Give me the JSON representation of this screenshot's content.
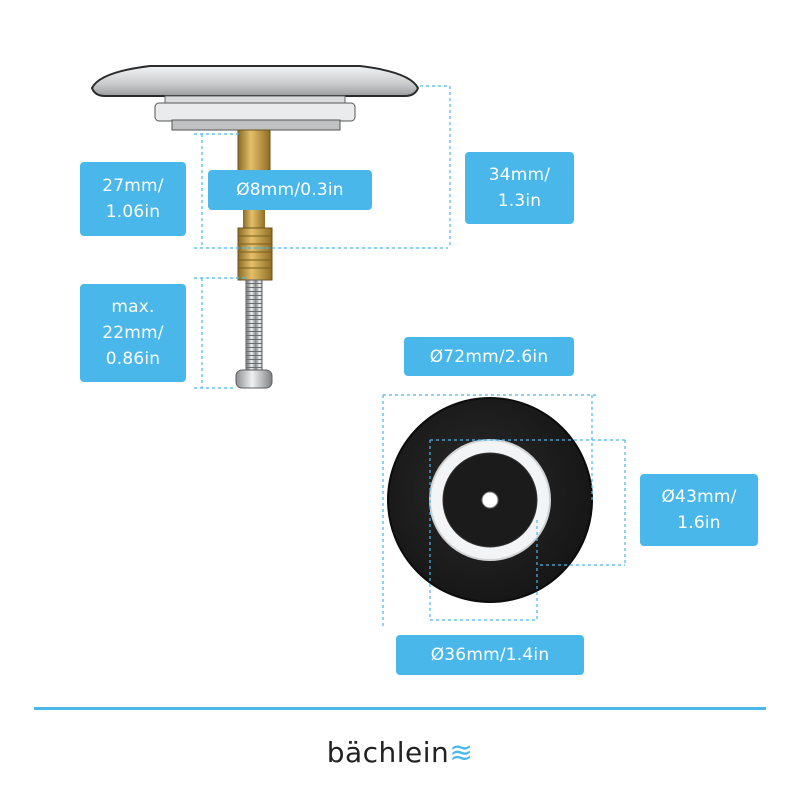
{
  "dimensions": {
    "stem_height": [
      "27mm/",
      "1.06in"
    ],
    "stem_diameter": "Ø8mm/0.3in",
    "total_height": [
      "34mm/",
      "1.3in"
    ],
    "thread_length": [
      "max.",
      "22mm/",
      "0.86in"
    ],
    "cap_diameter": "Ø72mm/2.6in",
    "seal_diameter": [
      "Ø43mm/",
      "1.6in"
    ],
    "base_diameter": "Ø36mm/1.4in"
  },
  "brand": {
    "name": "bächlein",
    "mark": "≋"
  },
  "colors": {
    "accent": "#4ab7ea",
    "cap_dark": "#222222",
    "brass": "#c9a24a",
    "chrome": "#c8cacc"
  }
}
